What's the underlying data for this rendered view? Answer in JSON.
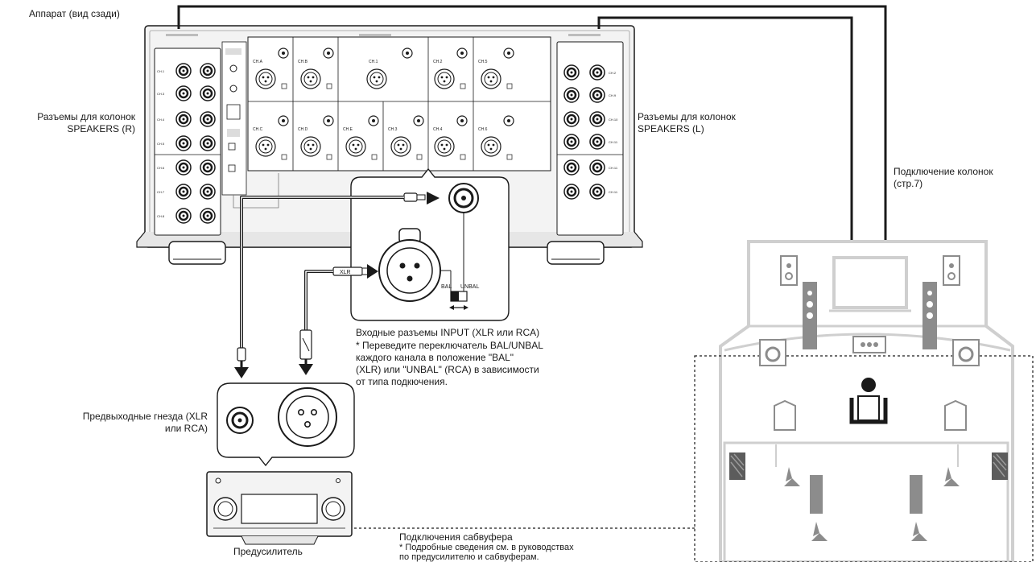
{
  "labels": {
    "unit_rear": "Аппарат (вид сзади)",
    "speakers_r": "Разъемы для колонок\nSPEAKERS (R)",
    "speakers_l": "Разъемы для колонок\nSPEAKERS (L)",
    "speaker_conn": "Подключение колонок\n(стр.7)",
    "input_title": "Входные разъемы INPUT (XLR или RCA)",
    "input_note": "* Переведите переключатель BAL/UNBAL\n  каждого канала в положение \"BAL\"\n  (XLR) или \"UNBAL\" (RCA) в зависимости\n  от типа подкючения.",
    "preout": "Предвыходные гнезда (XLR\nили RCA)",
    "preamp": "Предусилитель",
    "sub_title": "Подключения сабвуфера",
    "sub_note": "* Подробные сведения см. в руководствах\n  по предусилителю и сабвуферам.",
    "xlr_plug": "XLR",
    "bal": "BAL",
    "unbal": "UNBAL",
    "ch_labels": [
      "CH.1",
      "CH.2",
      "CH.3",
      "CH.4",
      "CH.5",
      "CH.6",
      "CH.7",
      "CH.8",
      "CH.9",
      "CH.10",
      "CH.11"
    ],
    "input_ch_labels": [
      "CH.A",
      "CH.B",
      "CH.1",
      "CH.2",
      "CH.5",
      "CH.C",
      "CH.D",
      "CH.E",
      "CH.3",
      "CH.4",
      "CH.6"
    ]
  },
  "colors": {
    "line": "#1a1a1a",
    "device_fill": "#f3f3f3",
    "room_line": "#cfcfcf",
    "speaker_gray": "#8c8c8c"
  }
}
